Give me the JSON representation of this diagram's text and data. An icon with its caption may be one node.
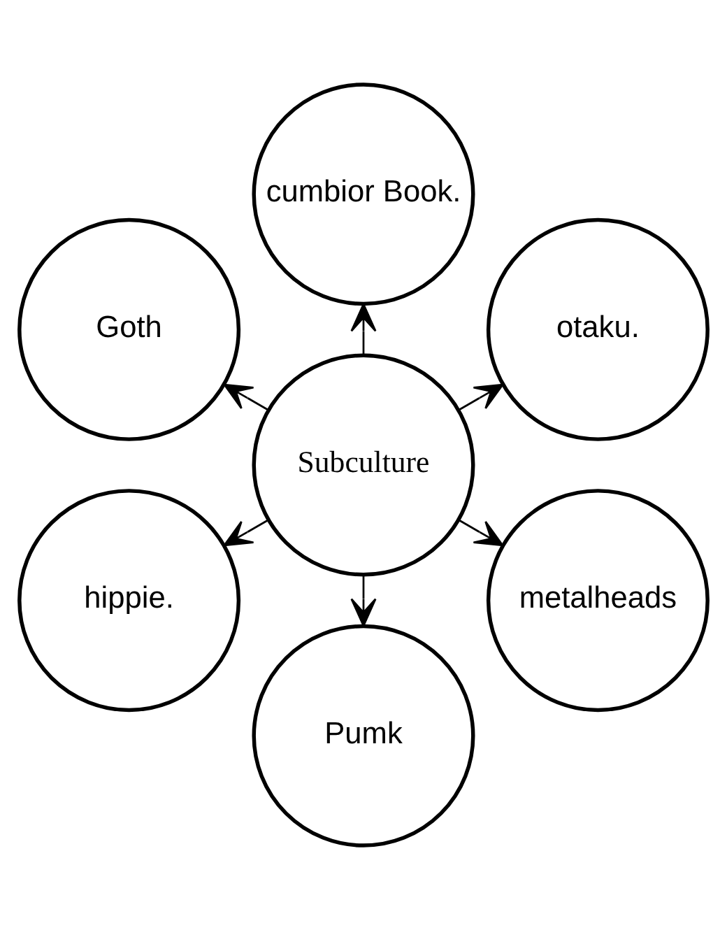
{
  "diagram": {
    "nodes": [
      {
        "text": [
          "otaku."
        ]
      },
      {
        "text": [
          "cumbior Book."
        ]
      },
      {
        "text": [
          "Goth"
        ]
      },
      {
        "text": [
          "Subculture"
        ]
      },
      {
        "text": [
          "hippie."
        ]
      },
      {
        "text": [
          "Pumk"
        ]
      },
      {
        "text": [
          "metalheads"
        ]
      }
    ],
    "edges": [
      {
        "from": 3,
        "to": 0,
        "arrow": "to"
      },
      {
        "from": 3,
        "to": 1,
        "arrow": "to"
      },
      {
        "from": 3,
        "to": 2,
        "arrow": "to"
      },
      {
        "from": 3,
        "to": 4,
        "arrow": "to"
      },
      {
        "from": 3,
        "to": 5,
        "arrow": "to"
      },
      {
        "from": 3,
        "to": 6,
        "arrow": "to"
      }
    ]
  }
}
